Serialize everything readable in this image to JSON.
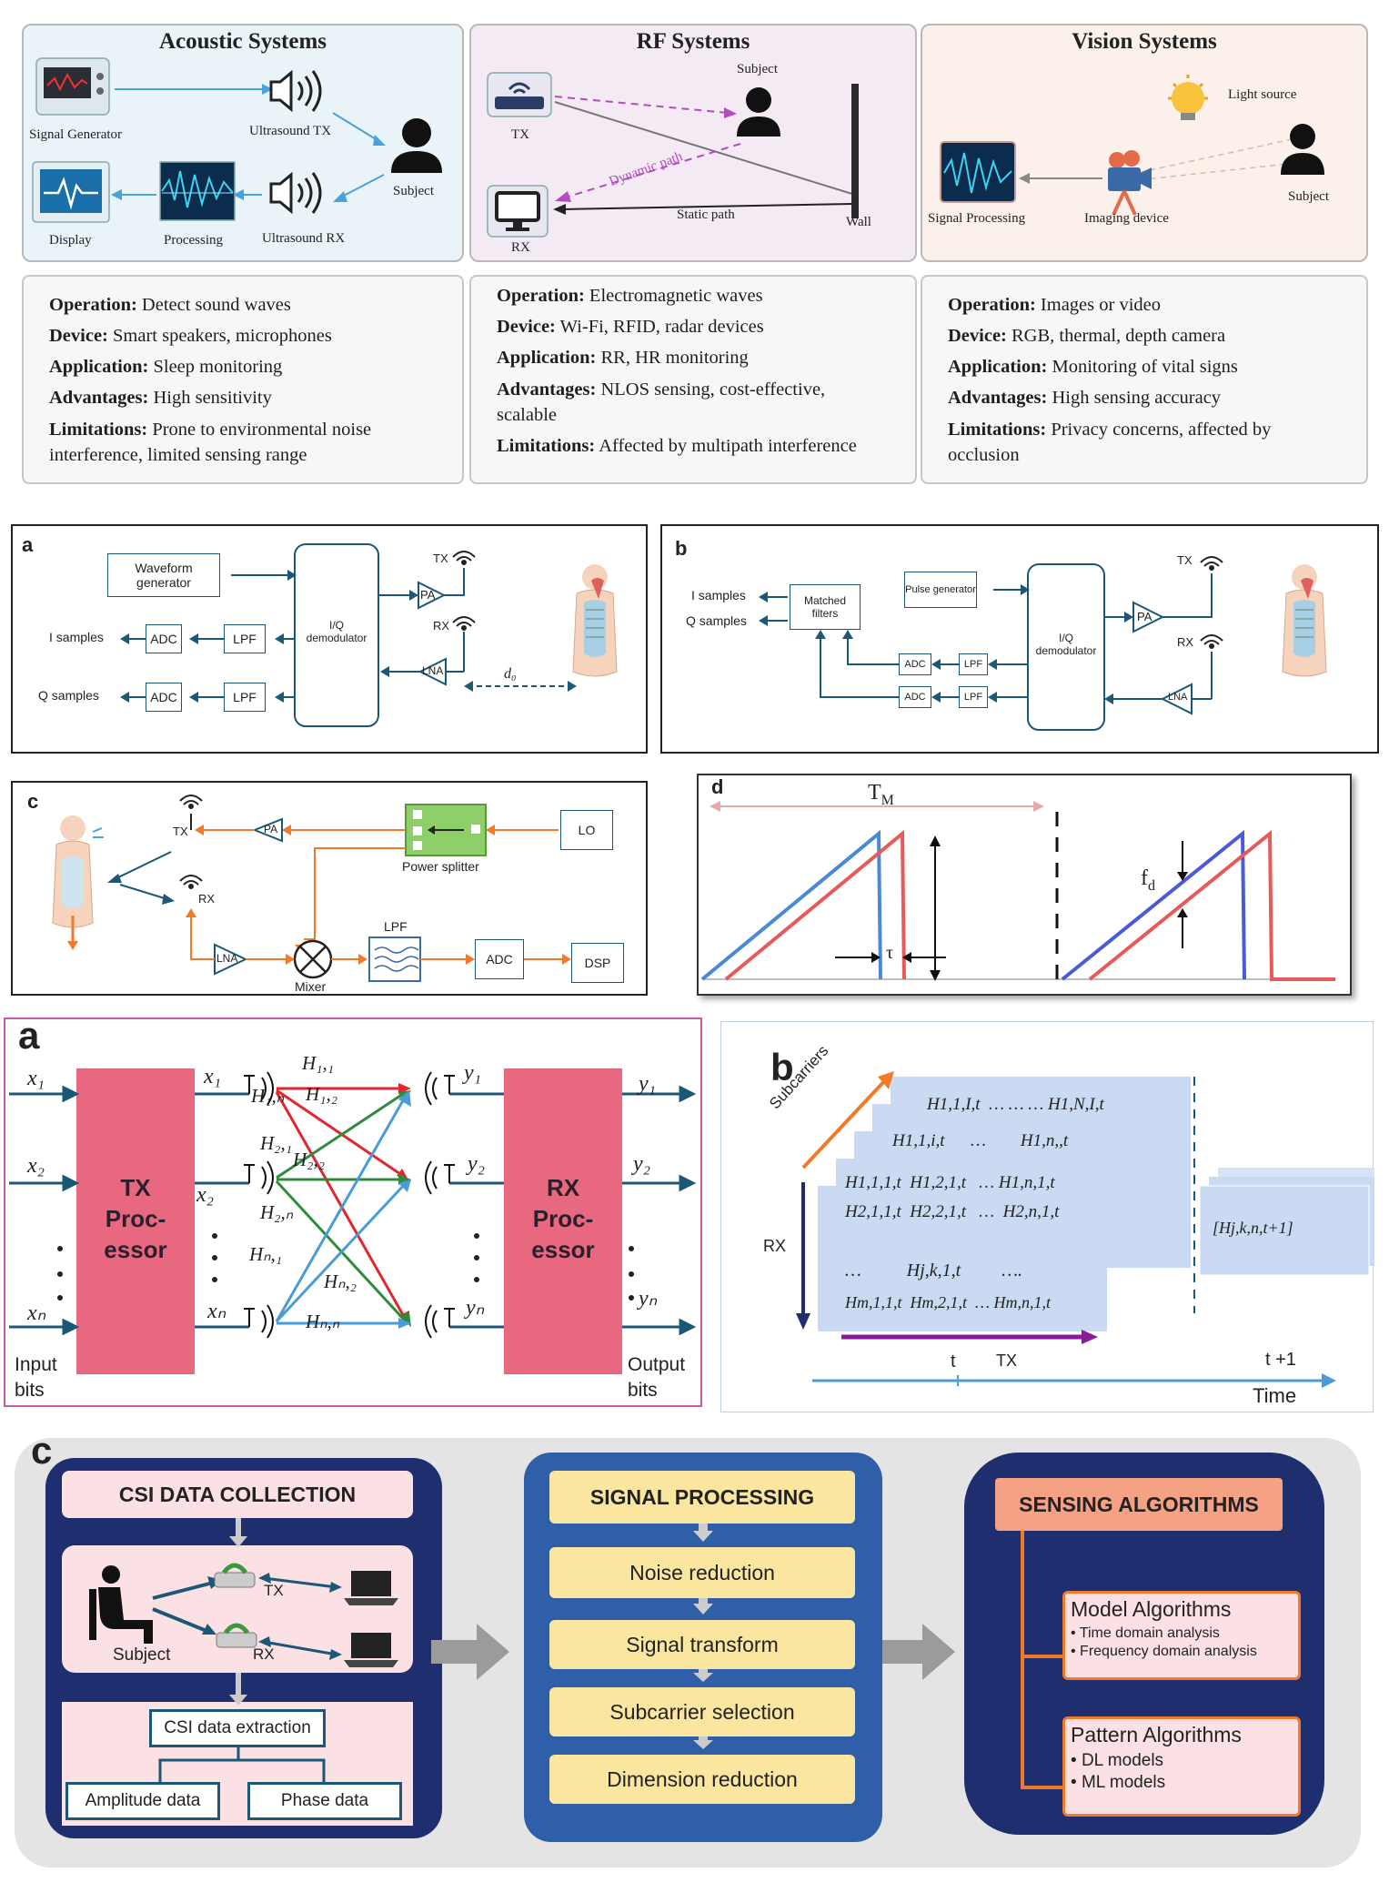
{
  "systems": {
    "acoustic": {
      "title": "Acoustic Systems",
      "labels": {
        "signal_generator": "Signal Generator",
        "ultrasound_tx": "Ultrasound TX",
        "subject": "Subject",
        "display": "Display",
        "processing": "Processing",
        "ultrasound_rx": "Ultrasound RX"
      },
      "info": {
        "operation_key": "Operation:",
        "operation": "Detect sound waves",
        "device_key": "Device:",
        "device": "Smart speakers, microphones",
        "application_key": "Application:",
        "application": "Sleep monitoring",
        "advantages_key": "Advantages:",
        "advantages": "High sensitivity",
        "limitations_key": "Limitations:",
        "limitations": "Prone to environmental noise interference, limited sensing range"
      }
    },
    "rf": {
      "title": "RF Systems",
      "labels": {
        "tx": "TX",
        "subject": "Subject",
        "dynamic_path": "Dynamic path",
        "static_path": "Static path",
        "rx": "RX",
        "wall": "Wall"
      },
      "info": {
        "operation_key": "Operation:",
        "operation": "Electromagnetic waves",
        "device_key": "Device:",
        "device": "Wi-Fi, RFID, radar devices",
        "application_key": "Application:",
        "application": "RR, HR monitoring",
        "advantages_key": "Advantages:",
        "advantages": "NLOS sensing, cost-effective, scalable",
        "limitations_key": "Limitations:",
        "limitations": "Affected by multipath interference"
      }
    },
    "vision": {
      "title": "Vision Systems",
      "labels": {
        "light_source": "Light source",
        "signal_processing": "Signal Processing",
        "imaging_device": "Imaging device",
        "subject": "Subject"
      },
      "info": {
        "operation_key": "Operation:",
        "operation": "Images or video",
        "device_key": "Device:",
        "device": "RGB, thermal, depth camera",
        "application_key": "Application:",
        "application": "Monitoring of vital signs",
        "advantages_key": "Advantages:",
        "advantages": "High sensing accuracy",
        "limitations_key": "Limitations:",
        "limitations": "Privacy concerns, affected by occlusion"
      }
    }
  },
  "radar_a": {
    "panel": "a",
    "waveform": "Waveform generator",
    "iq": "I/Q demodulator",
    "adc": "ADC",
    "lpf": "LPF",
    "pa": "PA",
    "lna": "LNA",
    "tx": "TX",
    "rx": "RX",
    "i_samples": "I samples",
    "q_samples": "Q samples",
    "distance": "d₀"
  },
  "radar_b": {
    "panel": "b",
    "pulse": "Pulse generator",
    "iq": "I/Q demodulator",
    "matched": "Matched filters",
    "adc": "ADC",
    "lpf": "LPF",
    "pa": "PA",
    "lna": "LNA",
    "tx": "TX",
    "rx": "RX",
    "i_samples": "I samples",
    "q_samples": "Q samples"
  },
  "radar_c": {
    "panel": "c",
    "tx": "TX",
    "rx": "RX",
    "pa": "PA",
    "lna": "LNA",
    "lo": "LO",
    "splitter": "Power splitter",
    "mixer": "Mixer",
    "lpf": "LPF",
    "adc": "ADC",
    "dsp": "DSP"
  },
  "radar_d": {
    "panel": "d",
    "tm": "T",
    "tm_sub": "M",
    "tau": "τ",
    "fd": "f",
    "fd_sub": "d"
  },
  "mimo": {
    "panel": "a",
    "tx_proc": [
      "TX",
      "Proc-",
      "essor"
    ],
    "rx_proc": [
      "RX",
      "Proc-",
      "essor"
    ],
    "input": [
      "Input",
      "bits"
    ],
    "output": [
      "Output",
      "bits"
    ],
    "x": [
      "x₁",
      "x₂",
      "xₙ"
    ],
    "y": [
      "y₁",
      "y₂",
      "yₙ"
    ],
    "h": [
      "H₁,₁",
      "H₁,₂",
      "H₁,ₙ",
      "H₂,₁",
      "H₂,₂",
      "H₂,ₙ",
      "Hₙ,₁",
      "Hₙ,₂",
      "Hₙ,ₙ"
    ]
  },
  "csi_tensor": {
    "panel": "b",
    "subcarriers": "Subcarriers",
    "rx": "RX",
    "tx": "TX",
    "t": "t",
    "t1": "t +1",
    "time": "Time",
    "rows": [
      "H1,1,I,t  … … … H1,N,I,t",
      "H1,1,i,t      …        H1,n,,t",
      "H1,1,1,t  H1,2,1,t   … H1,n,1,t",
      "H2,1,1,t  H2,2,1,t   …  H2,n,1,t",
      "…          Hj,k,1,t         ….",
      "Hm,1,1,t  Hm,2,1,t  … Hm,n,1,t"
    ],
    "next": "[Hj,k,n,t+1]"
  },
  "pipeline": {
    "panel": "c",
    "collection": {
      "title": "CSI DATA COLLECTION",
      "tx": "TX",
      "rx": "RX",
      "subject": "Subject",
      "extraction": "CSI data extraction",
      "amplitude": "Amplitude data",
      "phase": "Phase data"
    },
    "processing": {
      "title": "SIGNAL PROCESSING",
      "steps": [
        "Noise reduction",
        "Signal transform",
        "Subcarrier selection",
        "Dimension reduction"
      ]
    },
    "algorithms": {
      "title": "SENSING ALGORITHMS",
      "model": "Model Algorithms",
      "model_items": [
        "Time domain analysis",
        "Frequency domain analysis"
      ],
      "pattern": "Pattern Algorithms",
      "pattern_items": [
        "DL models",
        "ML models"
      ]
    }
  },
  "colors": {
    "acoustic_bg": "#e9f3f8",
    "rf_bg": "#f3eaf4",
    "vision_bg": "#fbf1ea",
    "red": "#e3262e",
    "green": "#2e8b3a",
    "blue": "#4b9bd8",
    "pink_block": "#e8687f",
    "navy": "#1f2e6e"
  }
}
